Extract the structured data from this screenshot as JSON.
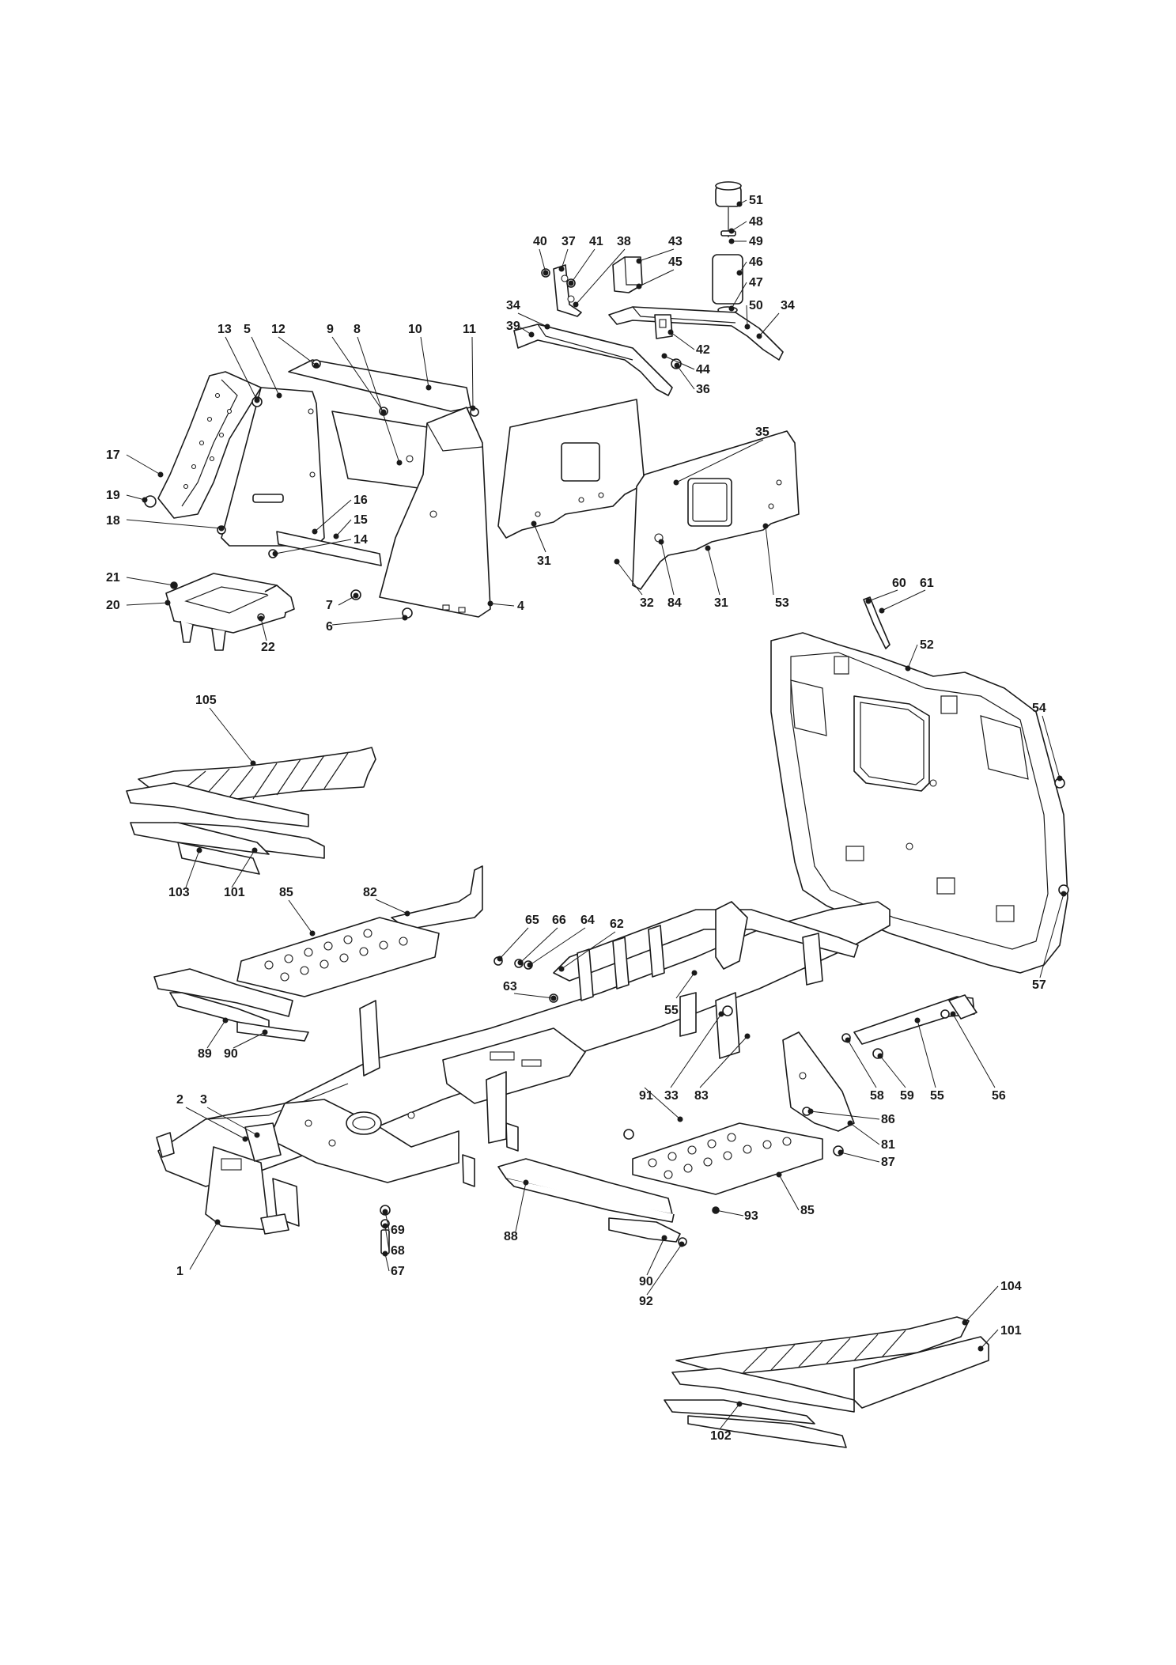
{
  "diagram": {
    "labels": [
      {
        "id": "1",
        "text": "1"
      },
      {
        "id": "2",
        "text": "2"
      },
      {
        "id": "3",
        "text": "3"
      },
      {
        "id": "4",
        "text": "4"
      },
      {
        "id": "5",
        "text": "5"
      },
      {
        "id": "6",
        "text": "6"
      },
      {
        "id": "7",
        "text": "7"
      },
      {
        "id": "8",
        "text": "8"
      },
      {
        "id": "9",
        "text": "9"
      },
      {
        "id": "10",
        "text": "10"
      },
      {
        "id": "11",
        "text": "11"
      },
      {
        "id": "12",
        "text": "12"
      },
      {
        "id": "13",
        "text": "13"
      },
      {
        "id": "14",
        "text": "14"
      },
      {
        "id": "15",
        "text": "15"
      },
      {
        "id": "16",
        "text": "16"
      },
      {
        "id": "17",
        "text": "17"
      },
      {
        "id": "18",
        "text": "18"
      },
      {
        "id": "19",
        "text": "19"
      },
      {
        "id": "20",
        "text": "20"
      },
      {
        "id": "21",
        "text": "21"
      },
      {
        "id": "22",
        "text": "22"
      },
      {
        "id": "31a",
        "text": "31"
      },
      {
        "id": "31b",
        "text": "31"
      },
      {
        "id": "32",
        "text": "32"
      },
      {
        "id": "33",
        "text": "33"
      },
      {
        "id": "34a",
        "text": "34"
      },
      {
        "id": "34b",
        "text": "34"
      },
      {
        "id": "35",
        "text": "35"
      },
      {
        "id": "36",
        "text": "36"
      },
      {
        "id": "37",
        "text": "37"
      },
      {
        "id": "38",
        "text": "38"
      },
      {
        "id": "39",
        "text": "39"
      },
      {
        "id": "40",
        "text": "40"
      },
      {
        "id": "41",
        "text": "41"
      },
      {
        "id": "42",
        "text": "42"
      },
      {
        "id": "43",
        "text": "43"
      },
      {
        "id": "44",
        "text": "44"
      },
      {
        "id": "45",
        "text": "45"
      },
      {
        "id": "46",
        "text": "46"
      },
      {
        "id": "47",
        "text": "47"
      },
      {
        "id": "48",
        "text": "48"
      },
      {
        "id": "49",
        "text": "49"
      },
      {
        "id": "50",
        "text": "50"
      },
      {
        "id": "51",
        "text": "51"
      },
      {
        "id": "52",
        "text": "52"
      },
      {
        "id": "53",
        "text": "53"
      },
      {
        "id": "54",
        "text": "54"
      },
      {
        "id": "55a",
        "text": "55"
      },
      {
        "id": "55b",
        "text": "55"
      },
      {
        "id": "56",
        "text": "56"
      },
      {
        "id": "57",
        "text": "57"
      },
      {
        "id": "58",
        "text": "58"
      },
      {
        "id": "59",
        "text": "59"
      },
      {
        "id": "60",
        "text": "60"
      },
      {
        "id": "61",
        "text": "61"
      },
      {
        "id": "62",
        "text": "62"
      },
      {
        "id": "63",
        "text": "63"
      },
      {
        "id": "64",
        "text": "64"
      },
      {
        "id": "65",
        "text": "65"
      },
      {
        "id": "66",
        "text": "66"
      },
      {
        "id": "67",
        "text": "67"
      },
      {
        "id": "68",
        "text": "68"
      },
      {
        "id": "69",
        "text": "69"
      },
      {
        "id": "81",
        "text": "81"
      },
      {
        "id": "82",
        "text": "82"
      },
      {
        "id": "83",
        "text": "83"
      },
      {
        "id": "84",
        "text": "84"
      },
      {
        "id": "85a",
        "text": "85"
      },
      {
        "id": "85b",
        "text": "85"
      },
      {
        "id": "86",
        "text": "86"
      },
      {
        "id": "87",
        "text": "87"
      },
      {
        "id": "88",
        "text": "88"
      },
      {
        "id": "89",
        "text": "89"
      },
      {
        "id": "90a",
        "text": "90"
      },
      {
        "id": "90b",
        "text": "90"
      },
      {
        "id": "91",
        "text": "91"
      },
      {
        "id": "92",
        "text": "92"
      },
      {
        "id": "93",
        "text": "93"
      },
      {
        "id": "101a",
        "text": "101"
      },
      {
        "id": "101b",
        "text": "101"
      },
      {
        "id": "102",
        "text": "102"
      },
      {
        "id": "103",
        "text": "103"
      },
      {
        "id": "104",
        "text": "104"
      },
      {
        "id": "105",
        "text": "105"
      }
    ]
  }
}
